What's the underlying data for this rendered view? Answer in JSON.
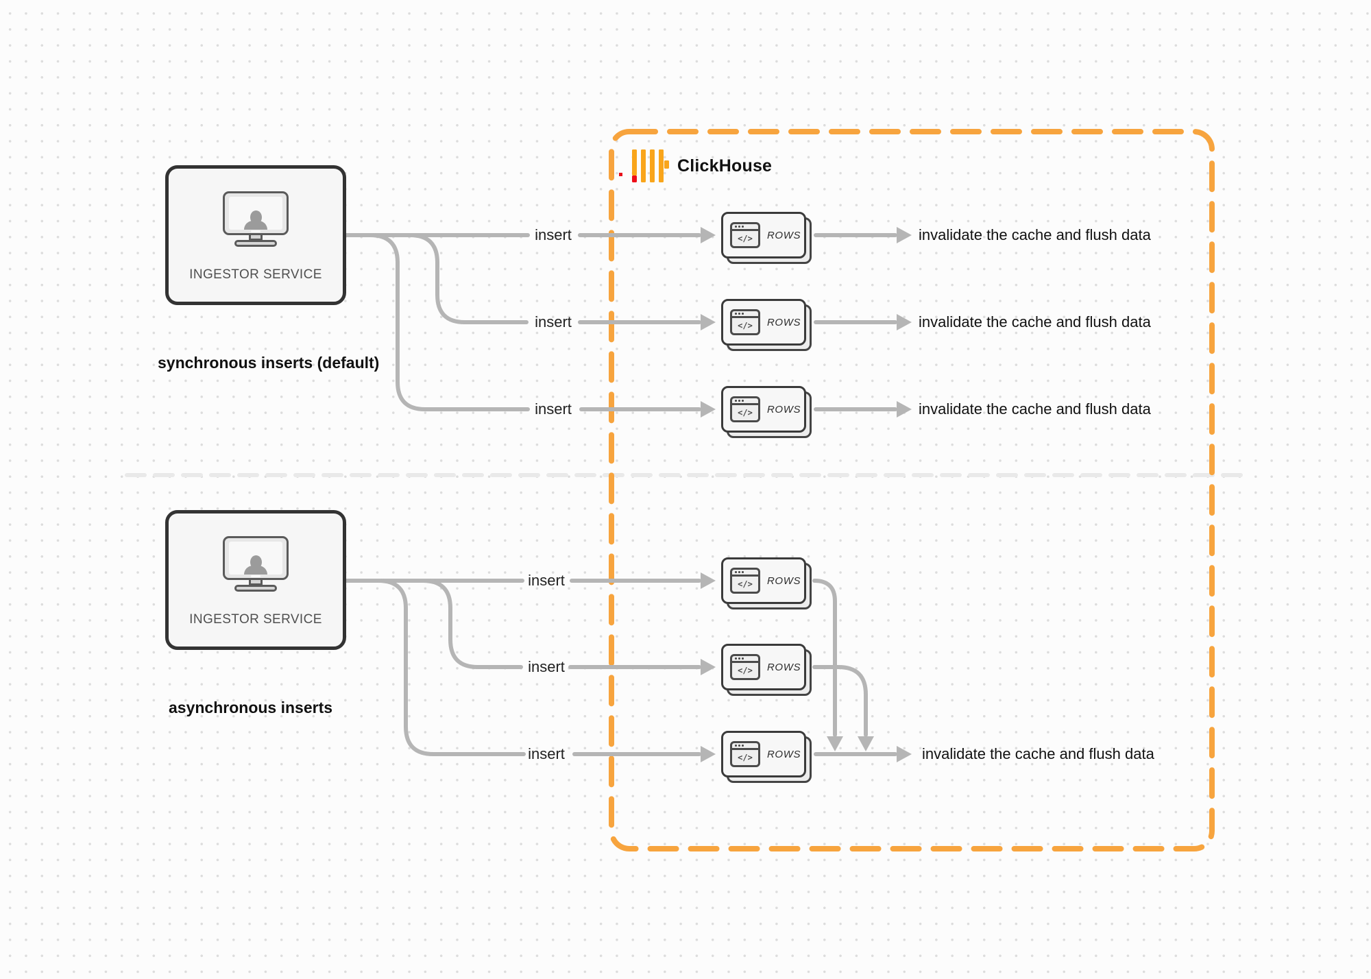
{
  "clickhouse": {
    "label": "ClickHouse"
  },
  "nodes": {
    "rows_label": "ROWS",
    "code_glyph": "</>"
  },
  "sections": {
    "sync": {
      "caption": "synchronous inserts (default)",
      "ingestor_label": "INGESTOR SERVICE",
      "insert_labels": [
        "insert",
        "insert",
        "insert"
      ],
      "outputs": [
        "invalidate the cache and flush data",
        "invalidate the cache and flush data",
        "invalidate the cache and flush data"
      ]
    },
    "async": {
      "caption": "asynchronous inserts",
      "ingestor_label": "INGESTOR SERVICE",
      "insert_labels": [
        "insert",
        "insert",
        "insert"
      ],
      "output": "invalidate the cache and flush data"
    }
  },
  "icons": {
    "ingestor": "monitor-user-icon",
    "rows_node": "code-window-icon",
    "brand": "clickhouse-logo-icon"
  },
  "colors": {
    "accent_orange": "#F7A43E",
    "logo_yellow": "#F9A51B",
    "logo_red": "#EE0D18",
    "line_gray": "#B5B5B5",
    "divider_gray": "#E9E9E9",
    "node_border": "#3A3A3A",
    "background": "#FCFCFC",
    "dot_grid": "#DCDCDC",
    "text_dark": "#141414"
  }
}
